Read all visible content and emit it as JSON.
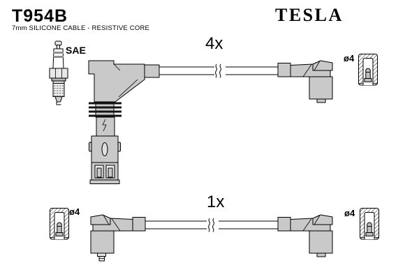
{
  "header": {
    "part_number": "T954B",
    "subtitle": "7mm SILICONE CABLE - RESISTIVE CORE",
    "brand": "TESLA"
  },
  "diagram": {
    "top_assembly": {
      "quantity": "4x",
      "plug_end_label": "SAE",
      "socket_end_label": "ø4"
    },
    "bottom_assembly": {
      "quantity": "1x",
      "left_socket_label": "ø4",
      "right_socket_label": "ø4"
    }
  },
  "colors": {
    "part_fill": "#c9c9c9",
    "outline": "#000000",
    "brand_gray": "#a8a8a8",
    "background": "#ffffff"
  },
  "icons": {
    "spark_plug": "spark-plug-icon",
    "socket_section": "socket-cross-section-icon",
    "cable_break": "cable-break-icon"
  }
}
